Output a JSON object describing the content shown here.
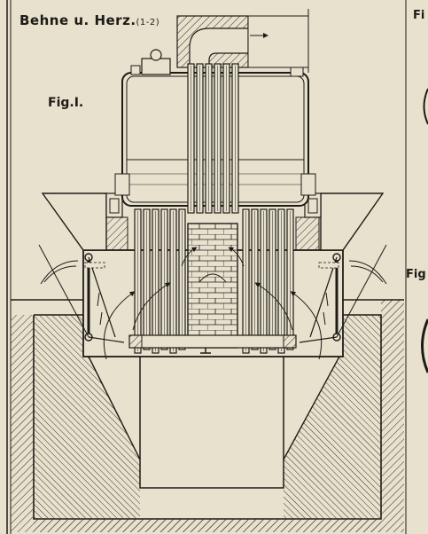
{
  "header": {
    "author": "Behne u. Herz.",
    "plate_ref": "(1-2)"
  },
  "figures": {
    "fig1_label": "Fig.I.",
    "right_top_label": "Fi",
    "right_mid_label": "Fig"
  },
  "colors": {
    "paper": "#e8e1ce",
    "ink": "#1d1b17",
    "hatch": "#3a352c"
  }
}
